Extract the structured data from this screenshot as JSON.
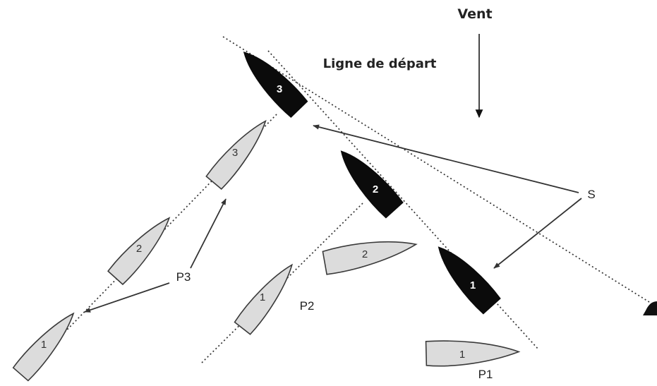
{
  "labels": {
    "wind": "Vent",
    "start_line": "Ligne de départ",
    "s": "S",
    "p1": "P1",
    "p2": "P2",
    "p3": "P3"
  },
  "boats": {
    "black": [
      "1",
      "2",
      "3"
    ],
    "p1": [
      "1"
    ],
    "p2": [
      "1",
      "2"
    ],
    "p3": [
      "1",
      "2",
      "3"
    ]
  },
  "colors": {
    "black_boat": "#0b0b0b",
    "grey_boat": "#dcdcdc",
    "stroke": "#333333"
  }
}
